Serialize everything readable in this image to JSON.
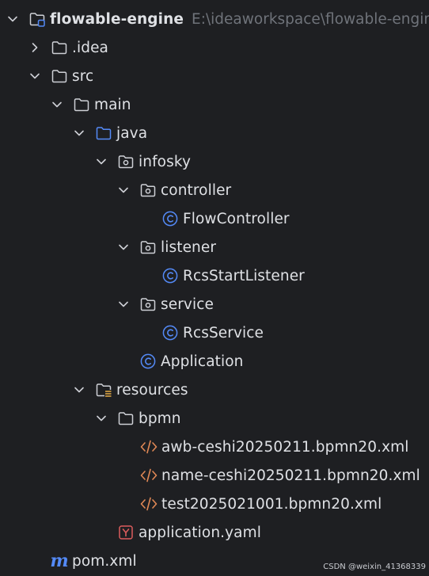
{
  "project": {
    "name": "flowable-engine",
    "path": "E:\\ideaworkspace\\flowable-engine"
  },
  "tree": [
    {
      "label": ".idea",
      "icon": "folder-icon",
      "depth": 1,
      "chevron": "right"
    },
    {
      "label": "src",
      "icon": "folder-icon",
      "depth": 1,
      "chevron": "down"
    },
    {
      "label": "main",
      "icon": "folder-icon",
      "depth": 2,
      "chevron": "down"
    },
    {
      "label": "java",
      "icon": "source-folder-icon",
      "depth": 3,
      "chevron": "down"
    },
    {
      "label": "infosky",
      "icon": "package-icon",
      "depth": 4,
      "chevron": "down"
    },
    {
      "label": "controller",
      "icon": "package-icon",
      "depth": 5,
      "chevron": "down"
    },
    {
      "label": "FlowController",
      "icon": "java-class-icon",
      "depth": 6,
      "chevron": ""
    },
    {
      "label": "listener",
      "icon": "package-icon",
      "depth": 5,
      "chevron": "down"
    },
    {
      "label": "RcsStartListener",
      "icon": "java-class-icon",
      "depth": 6,
      "chevron": ""
    },
    {
      "label": "service",
      "icon": "package-icon",
      "depth": 5,
      "chevron": "down"
    },
    {
      "label": "RcsService",
      "icon": "java-class-icon",
      "depth": 6,
      "chevron": ""
    },
    {
      "label": "Application",
      "icon": "java-class-icon",
      "depth": 5,
      "chevron": ""
    },
    {
      "label": "resources",
      "icon": "resources-folder-icon",
      "depth": 3,
      "chevron": "down"
    },
    {
      "label": "bpmn",
      "icon": "folder-icon",
      "depth": 4,
      "chevron": "down"
    },
    {
      "label": "awb-ceshi20250211.bpmn20.xml",
      "icon": "xml-file-icon",
      "depth": 5,
      "chevron": ""
    },
    {
      "label": "name-ceshi20250211.bpmn20.xml",
      "icon": "xml-file-icon",
      "depth": 5,
      "chevron": ""
    },
    {
      "label": "test2025021001.bpmn20.xml",
      "icon": "xml-file-icon",
      "depth": 5,
      "chevron": ""
    },
    {
      "label": "application.yaml",
      "icon": "yaml-file-icon",
      "depth": 4,
      "chevron": ""
    },
    {
      "label": "pom.xml",
      "icon": "maven-icon",
      "depth": 1,
      "chevron": ""
    }
  ],
  "icons": {
    "maven_glyph": "m",
    "yaml_glyph": "Y",
    "class_glyph": "C"
  },
  "colors": {
    "background": "#1e1f22",
    "text": "#dfe1e5",
    "muted": "#6f737a",
    "accent_blue": "#548af7",
    "yaml_red": "#db5c5c",
    "xml_orange": "#e08855",
    "resources_yellow": "#d9a343"
  },
  "watermark": "CSDN @weixin_41368339"
}
